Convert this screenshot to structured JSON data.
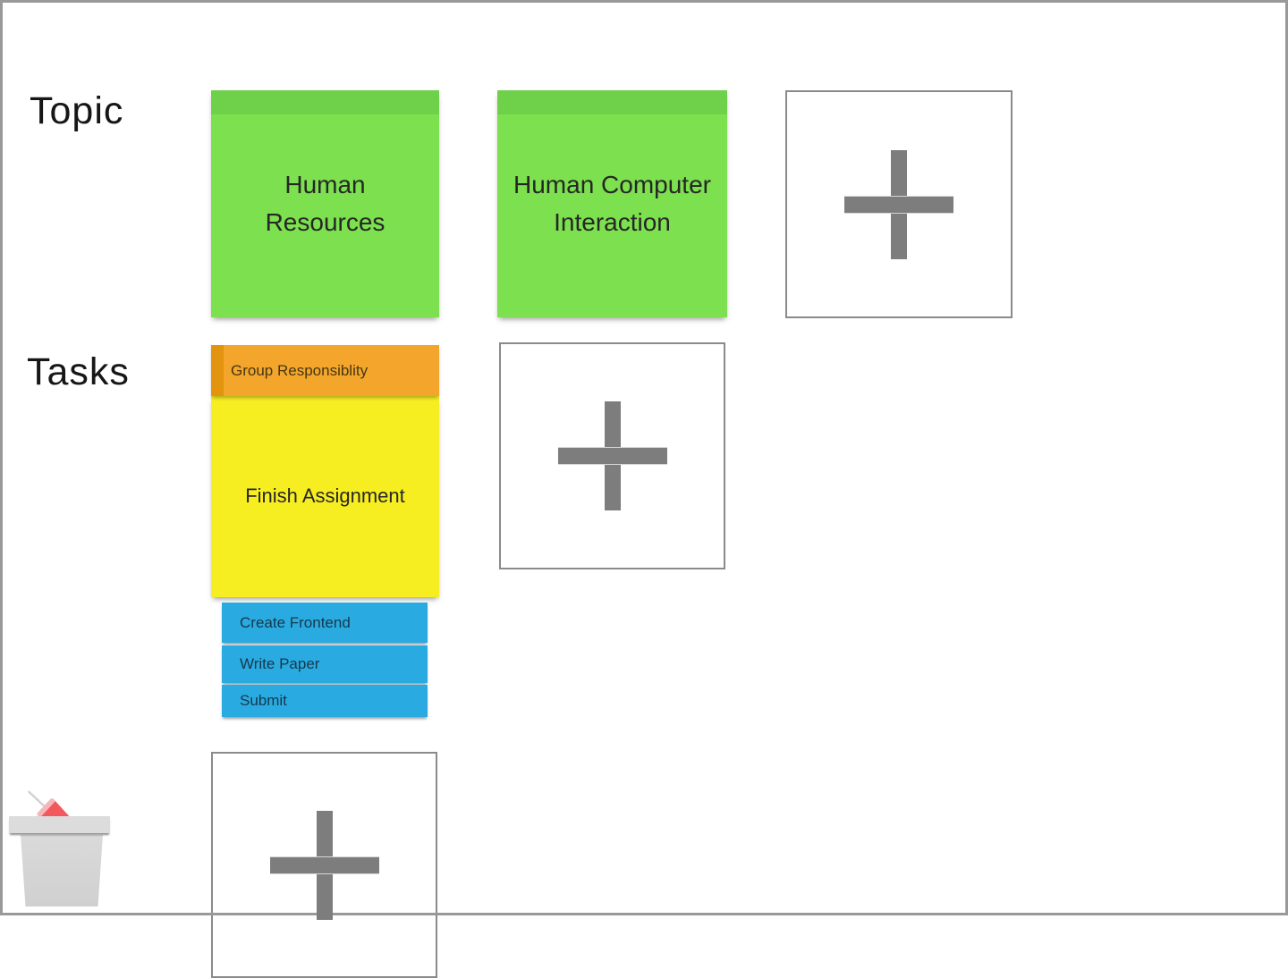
{
  "labels": {
    "topic": "Topic",
    "tasks": "Tasks"
  },
  "topics": [
    {
      "text": "Human Resources"
    },
    {
      "text": "Human Computer Interaction"
    }
  ],
  "tasks": {
    "group_tab": "Group Responsiblity",
    "main_note": "Finish Assignment",
    "subtasks": [
      {
        "text": "Create Frontend"
      },
      {
        "text": "Write Paper"
      },
      {
        "text": "Submit"
      }
    ]
  },
  "icons": {
    "add": "plus-icon",
    "delete": "trash-icon",
    "discarded_item": "pushpin-icon"
  },
  "colors": {
    "frame": "#999999",
    "green_body": "#7CE04F",
    "green_strip": "#6FD149",
    "orange_body": "#F3A62B",
    "orange_strip": "#E2940E",
    "yellow_body": "#F7EE22",
    "blue_body": "#29ABE2",
    "plus_gray": "#7D7D7D",
    "addbox_border": "#8A8A8A",
    "pin_red": "#F2585C",
    "pin_pink": "#F5B7BA"
  }
}
